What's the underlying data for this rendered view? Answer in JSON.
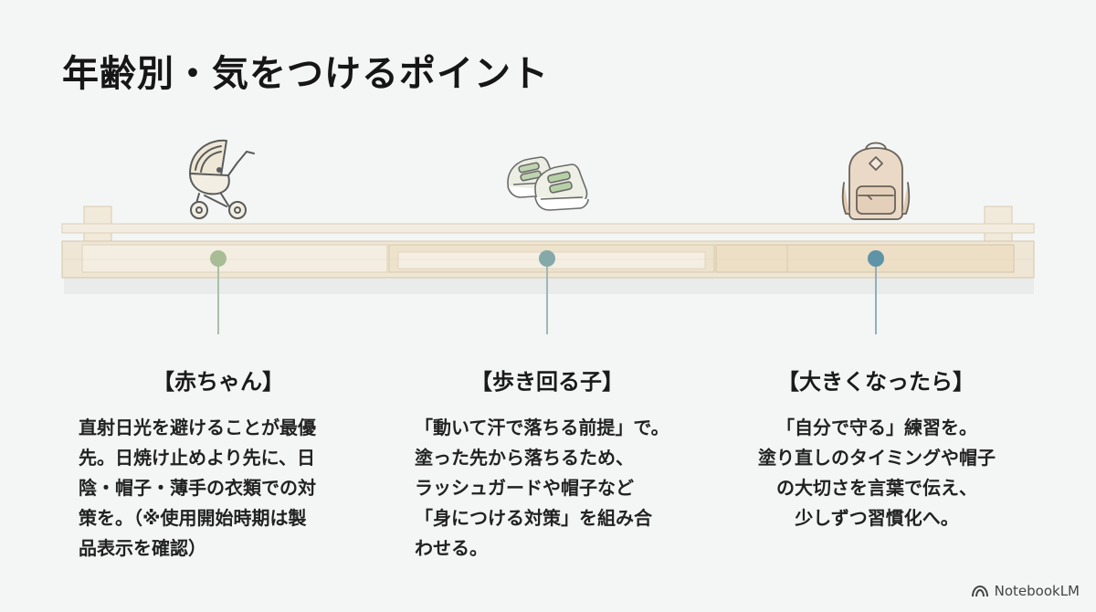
{
  "title": "年齢別・気をつけるポイント",
  "colors": {
    "background": "#f3f6f5",
    "shelf_wood": "#eee4d2",
    "shelf_edge": "#d8c8ad",
    "dot_green": "#a8bd96",
    "dot_teal": "#85a9a8",
    "dot_blue": "#5f93a7",
    "stem": "#9fb8b8"
  },
  "stages": [
    {
      "heading": "【赤ちゃん】",
      "icon": "baby-stroller-icon",
      "body_lines": [
        "直射日光を避けることが最優",
        "先。日焼け止めより先に、日",
        "陰・帽子・薄手の衣類での対",
        "策を。（※使用開始時期は製",
        "品表示を確認）"
      ]
    },
    {
      "heading": "【歩き回る子】",
      "icon": "kids-shoes-icon",
      "body_lines": [
        "「動いて汗で落ちる前提」で。",
        "塗った先から落ちるため、",
        "ラッシュガードや帽子など",
        "「身につける対策」を組み合",
        "わせる。"
      ]
    },
    {
      "heading": "【大きくなったら】",
      "icon": "backpack-icon",
      "body_lines": [
        "「自分で守る」練習を。",
        "塗り直しのタイミングや帽子",
        "の大切さを言葉で伝え、",
        "少しずつ習慣化へ。"
      ]
    }
  ],
  "watermark": {
    "label": "NotebookLM",
    "icon": "notebooklm-logo-icon"
  }
}
